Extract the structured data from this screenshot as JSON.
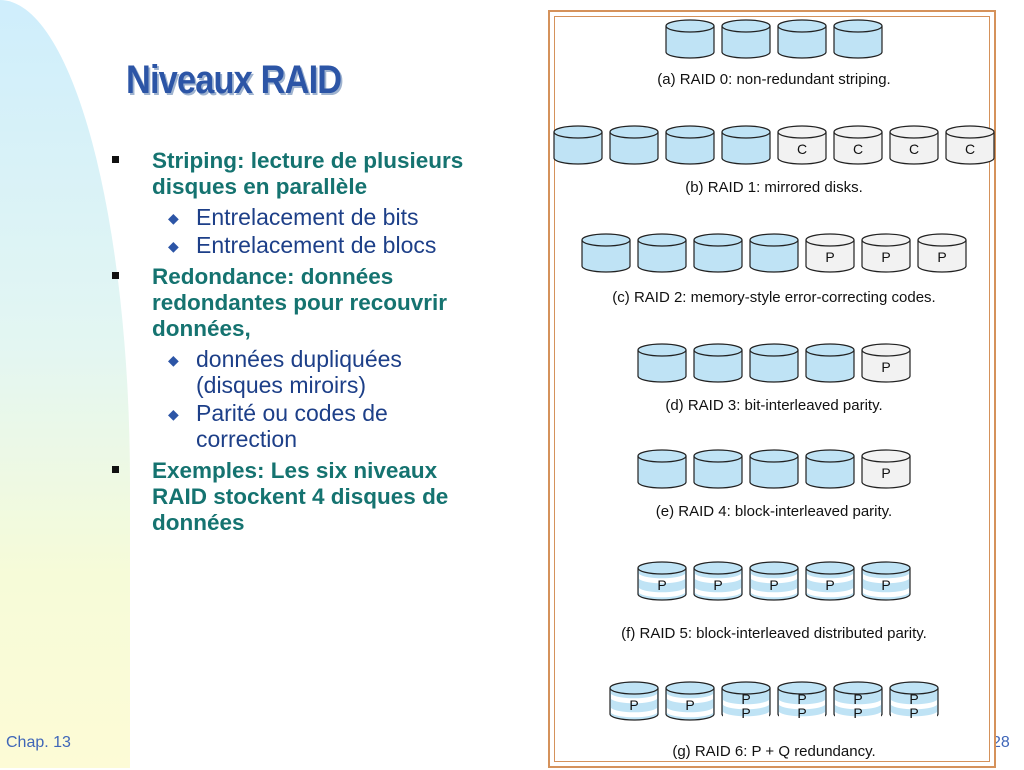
{
  "slide": {
    "title": "Niveaux RAID",
    "footer_left": "Chap. 13",
    "footer_right": "28"
  },
  "bullets": [
    {
      "text": "Striping: lecture de plusieurs disques en parallèle",
      "sub": [
        "Entrelacement de bits",
        "Entrelacement de blocs"
      ]
    },
    {
      "text": "Redondance: données redondantes pour recouvrir données,",
      "sub": [
        "données dupliquées (disques miroirs)",
        "Parité ou codes de correction"
      ]
    },
    {
      "text": "Exemples: Les six niveaux RAID stockent 4 disques de données",
      "sub": []
    }
  ],
  "figure": {
    "colors": {
      "data_disk": "#bfe3f5",
      "check_disk": "#f2f2f2",
      "stroke": "#222222"
    },
    "levels": [
      {
        "caption": "(a) RAID 0: non-redundant striping.",
        "data_disks": 4,
        "check_disks": [],
        "check_label": ""
      },
      {
        "caption": "(b) RAID 1: mirrored disks.",
        "data_disks": 4,
        "check_disks": [
          "C",
          "C",
          "C",
          "C"
        ]
      },
      {
        "caption": "(c) RAID 2: memory-style error-correcting codes.",
        "data_disks": 4,
        "check_disks": [
          "P",
          "P",
          "P"
        ]
      },
      {
        "caption": "(d) RAID 3: bit-interleaved parity.",
        "data_disks": 4,
        "check_disks": [
          "P"
        ]
      },
      {
        "caption": "(e) RAID 4: block-interleaved parity.",
        "data_disks": 4,
        "check_disks": [
          "P"
        ]
      },
      {
        "caption": "(f) RAID 5: block-interleaved distributed parity.",
        "distributed_disks": [
          "P",
          "P",
          "P",
          "P",
          "P"
        ]
      },
      {
        "caption": "(g) RAID 6: P + Q redundancy.",
        "distributed_disks": [
          "P",
          "P",
          "PP",
          "PP",
          "PP",
          "PP"
        ]
      }
    ]
  }
}
